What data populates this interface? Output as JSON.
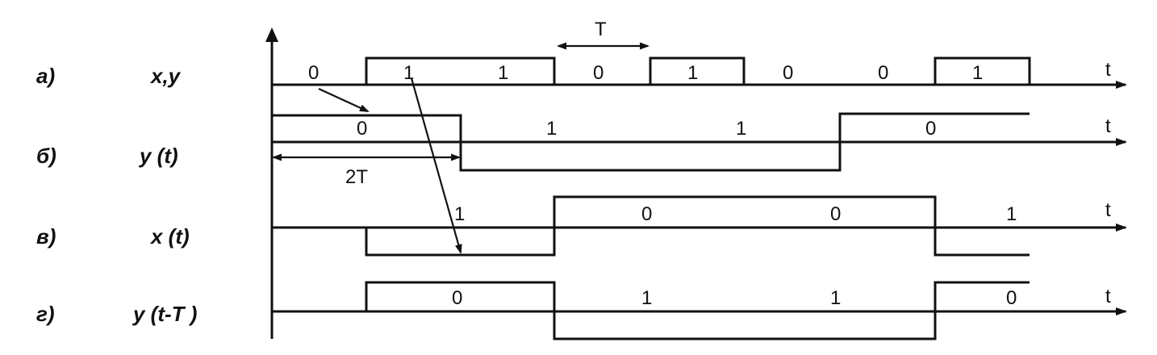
{
  "rows": [
    {
      "letter": "а)",
      "signal": "x,y",
      "values": [
        "0",
        "1",
        "1",
        "0",
        "1",
        "0",
        "0",
        "1"
      ]
    },
    {
      "letter": "б)",
      "signal": "y (t)",
      "values": [
        "0",
        "1",
        "1",
        "0"
      ]
    },
    {
      "letter": "в)",
      "signal": "x (t)",
      "values": [
        "1",
        "0",
        "0",
        "1"
      ]
    },
    {
      "letter": "г)",
      "signal": "y (t-T  )",
      "values": [
        "0",
        "1",
        "1",
        "0"
      ]
    }
  ],
  "axis_label": "t",
  "period_label": "T",
  "double_period_label": "2T"
}
